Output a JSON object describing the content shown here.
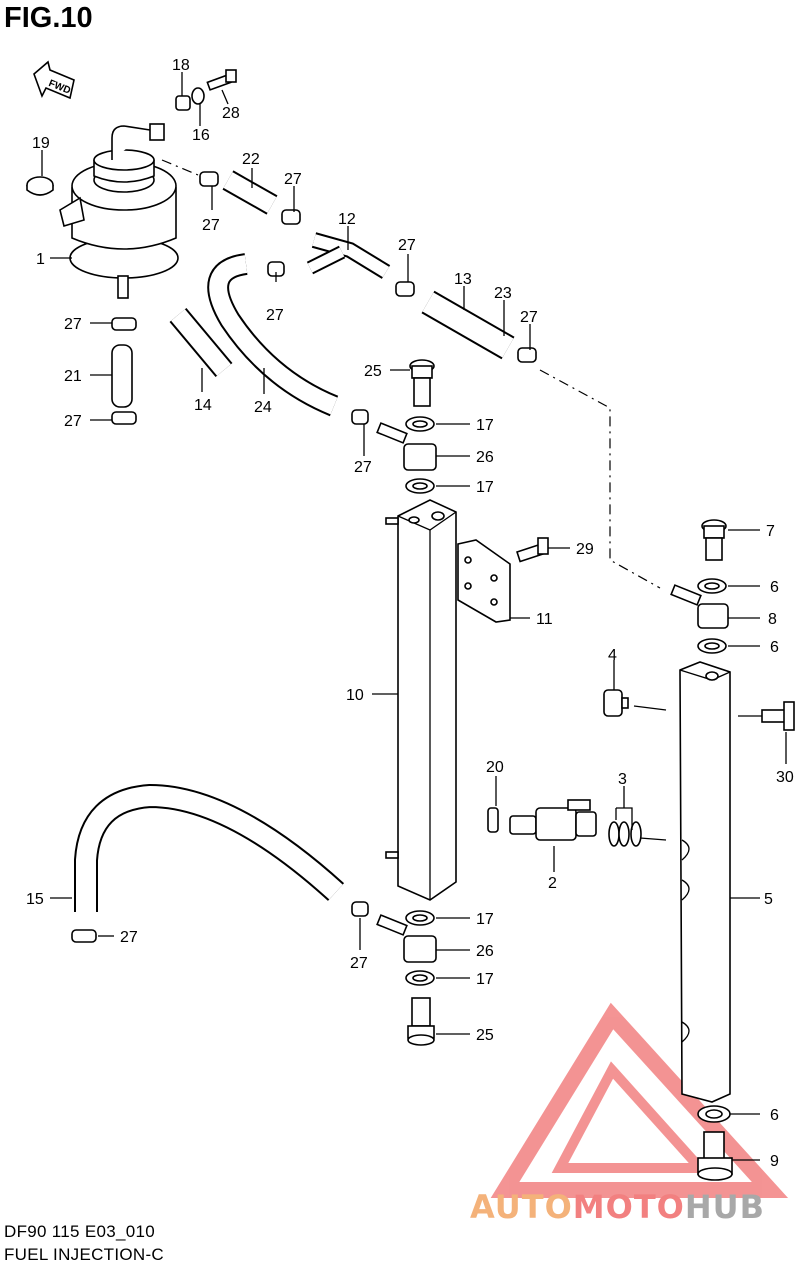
{
  "figure_title": "FIG.10",
  "diagram_code": "DF90 115 E03_010",
  "diagram_name": "FUEL INJECTION-C",
  "direction_label": "FWD",
  "watermark": {
    "part1": "AUTO",
    "part2": "MOTO",
    "part3": "HUB"
  },
  "callouts": {
    "c1": "1",
    "c2": "2",
    "c3": "3",
    "c4": "4",
    "c5": "5",
    "c6a": "6",
    "c6b": "6",
    "c6c": "6",
    "c7": "7",
    "c8": "8",
    "c9": "9",
    "c10": "10",
    "c11": "11",
    "c12": "12",
    "c13": "13",
    "c14": "14",
    "c15": "15",
    "c16": "16",
    "c17a": "17",
    "c17b": "17",
    "c17c": "17",
    "c17d": "17",
    "c18": "18",
    "c19": "19",
    "c20": "20",
    "c21": "21",
    "c22": "22",
    "c23": "23",
    "c24": "24",
    "c25a": "25",
    "c25b": "25",
    "c26a": "26",
    "c26b": "26",
    "c27a": "27",
    "c27b": "27",
    "c27c": "27",
    "c27d": "27",
    "c27e": "27",
    "c27f": "27",
    "c27g": "27",
    "c27h": "27",
    "c27i": "27",
    "c27j": "27",
    "c28": "28",
    "c29": "29",
    "c30": "30"
  },
  "colors": {
    "line": "#000000",
    "watermark_red": "#f07070",
    "watermark_orange": "#f4b27a",
    "watermark_gray": "#a8a8a8"
  }
}
